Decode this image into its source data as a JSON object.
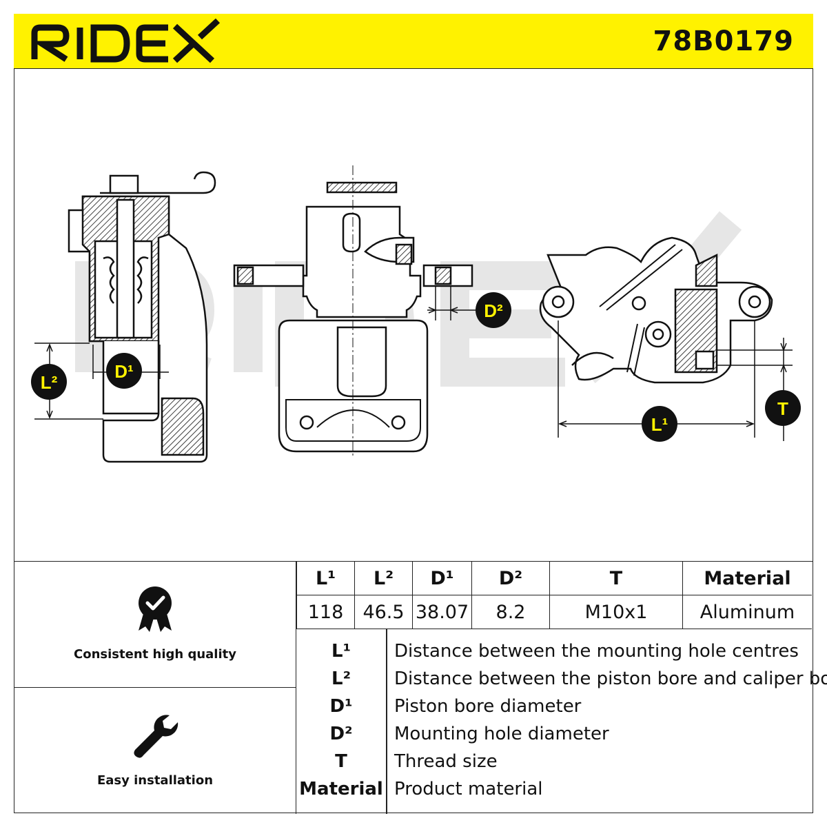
{
  "header": {
    "brand": "RIDEX",
    "part_number": "78B0179",
    "background_color": "#FFF200"
  },
  "drawing": {
    "watermark": "RIDEX",
    "callouts": {
      "l2": "L²",
      "d1": "D¹",
      "d2": "D²",
      "l1": "L¹",
      "t": "T"
    }
  },
  "features": [
    {
      "label": "Consistent high quality",
      "icon": "quality-badge-icon"
    },
    {
      "label": "Easy installation",
      "icon": "wrench-icon"
    }
  ],
  "spec_table": {
    "headers": [
      "L¹",
      "L²",
      "D¹",
      "D²",
      "T",
      "Material"
    ],
    "values": [
      "118",
      "46.5",
      "38.07",
      "8.2",
      "M10x1",
      "Aluminum"
    ]
  },
  "legend": [
    {
      "key": "L¹",
      "description": "Distance between the mounting hole centres"
    },
    {
      "key": "L²",
      "description": "Distance between the piston bore and caliper body"
    },
    {
      "key": "D¹",
      "description": "Piston bore diameter"
    },
    {
      "key": "D²",
      "description": "Mounting hole diameter"
    },
    {
      "key": "T",
      "description": "Thread size"
    },
    {
      "key": "Material",
      "description": "Product material"
    }
  ]
}
